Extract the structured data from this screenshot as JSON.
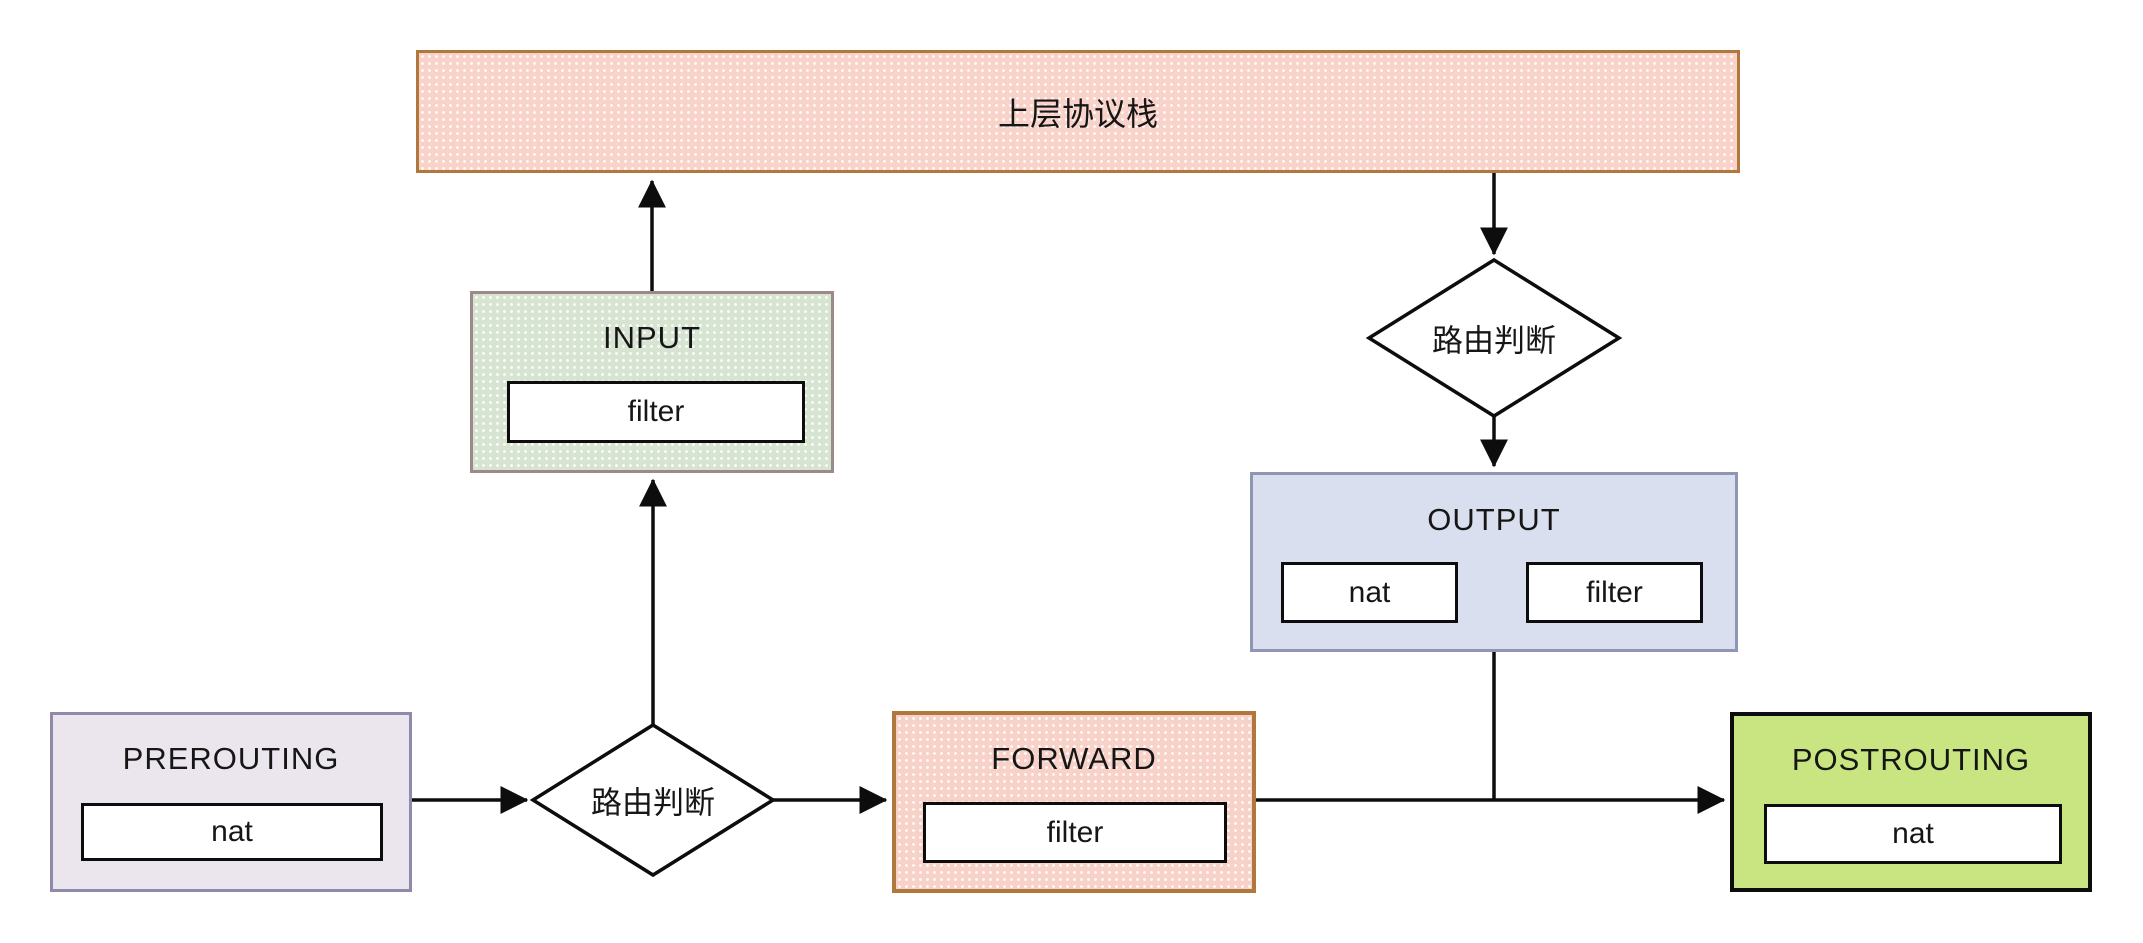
{
  "diagram": {
    "type": "flow-diagram",
    "subject": "netfilter/iptables packet traversal"
  },
  "nodes": {
    "upper_stack": {
      "label": "上层协议栈"
    },
    "input": {
      "label": "INPUT",
      "tables": [
        "filter"
      ]
    },
    "routing_top": {
      "label": "路由判断"
    },
    "output": {
      "label": "OUTPUT",
      "tables": [
        "nat",
        "filter"
      ]
    },
    "prerouting": {
      "label": "PREROUTING",
      "tables": [
        "nat"
      ]
    },
    "routing_bottom": {
      "label": "路由判断"
    },
    "forward": {
      "label": "FORWARD",
      "tables": [
        "filter"
      ]
    },
    "postrouting": {
      "label": "POSTROUTING",
      "tables": [
        "nat"
      ]
    }
  },
  "edges": [
    {
      "from": "prerouting",
      "to": "routing_bottom",
      "arrow": true
    },
    {
      "from": "routing_bottom",
      "to": "input",
      "arrow": true
    },
    {
      "from": "input",
      "to": "upper_stack",
      "arrow": true
    },
    {
      "from": "upper_stack",
      "to": "routing_top",
      "arrow": true
    },
    {
      "from": "routing_top",
      "to": "output",
      "arrow": true
    },
    {
      "from": "output",
      "to": "forward_postrouting_line",
      "arrow": false
    },
    {
      "from": "routing_bottom",
      "to": "forward",
      "arrow": true
    },
    {
      "from": "forward",
      "to": "postrouting",
      "arrow": true
    },
    {
      "from": "output.nat",
      "to": "output.filter",
      "arrow": true
    }
  ],
  "colors": {
    "upper_stack_fill": "#f9d3c9",
    "upper_stack_border": "#b0783c",
    "input_fill": "#d8e4d2",
    "input_border": "#9a8b89",
    "output_fill": "#dadfef",
    "output_border": "#9097b5",
    "prerouting_fill": "#ebe6ee",
    "prerouting_border": "#9089ab",
    "forward_fill": "#f8d2c8",
    "forward_border": "#b0783c",
    "postrouting_fill": "#c9e581",
    "postrouting_border": "#0d0d0d",
    "table_box_fill": "#ffffff",
    "line_color": "#0d0d0d",
    "text_color": "#161616",
    "background": "#ffffff"
  }
}
